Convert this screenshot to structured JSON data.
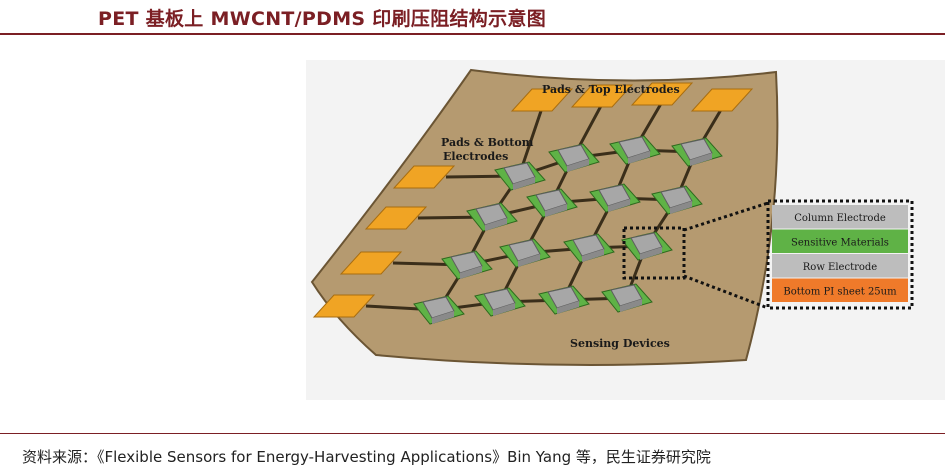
{
  "header": {
    "title": "PET 基板上 MWCNT/PDMS 印刷压阻结构示意图"
  },
  "diagram": {
    "labels": {
      "pads_top": "Pads & Top Electrodes",
      "pads_bottom_line1": "Pads & Bottom",
      "pads_bottom_line2": "Electrodes",
      "sensing": "Sensing Devices"
    },
    "layers": [
      {
        "label": "Column Electrode",
        "color": "#bdbdbd"
      },
      {
        "label": "Sensitive Materials",
        "color": "#5fb246"
      },
      {
        "label": "Row Electrode",
        "color": "#bdbdbd"
      },
      {
        "label": "Bottom PI sheet 25um",
        "color": "#ef7a2a"
      }
    ],
    "colors": {
      "substrate": "#b59a70",
      "pad": "#f0a424",
      "sensor_base": "#5fb246",
      "sensor_top": "#a7a7a7",
      "trace": "#3a2e1a"
    }
  },
  "footer": {
    "source": "资料来源：《Flexible Sensors for Energy-Harvesting Applications》Bin Yang 等，民生证券研究院"
  }
}
